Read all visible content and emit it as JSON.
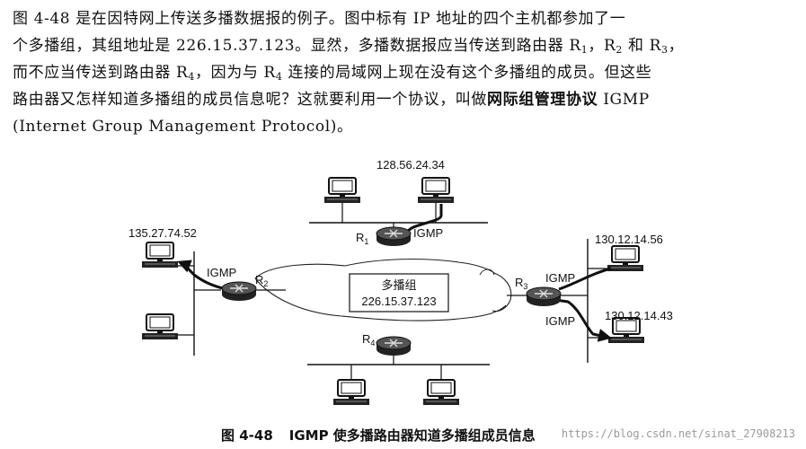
{
  "paragraph": {
    "l1_pre": "图 4-48 是在因特网上传送多播数据报的例子。图中标有 IP 地址的四个主机都参加了一",
    "l2_pre": "个多播组，其组地址是 226.15.37.123。显然，多播数据报应当传送到路由器 R",
    "l2_s1": "1",
    "l2_mid1": "，R",
    "l2_s2": "2",
    "l2_mid2": " 和 R",
    "l2_s3": "3",
    "l2_end": "，",
    "l3_pre": "而不应当传送到路由器 R",
    "l3_s1": "4",
    "l3_mid": "，因为与 R",
    "l3_s2": "4",
    "l3_end": " 连接的局域网上现在没有这个多播组的成员。但这些",
    "l4_pre": "路由器又怎样知道多播组的成员信息呢？这就要利用一个协议，叫做",
    "l4_bold": "网际组管理协议",
    "l4_end": " IGMP",
    "l5": "(Internet Group Management Protocol)。"
  },
  "diagram": {
    "hosts": {
      "top_ip": "128.56.24.34",
      "left_ip": "135.27.74.52",
      "right1_ip": "130.12.14.56",
      "right2_ip": "130.12.14.43"
    },
    "routers": {
      "r_letter": "R",
      "r1": "1",
      "r2": "2",
      "r3": "3",
      "r4": "4"
    },
    "igmp_label": "IGMP",
    "group": {
      "title": "多播组",
      "address": "226.15.37.123"
    }
  },
  "caption": {
    "number": "图 4-48",
    "text": "IGMP 使多播路由器知道多播组成员信息"
  },
  "watermark": "https://blog.csdn.net/sinat_27908213"
}
